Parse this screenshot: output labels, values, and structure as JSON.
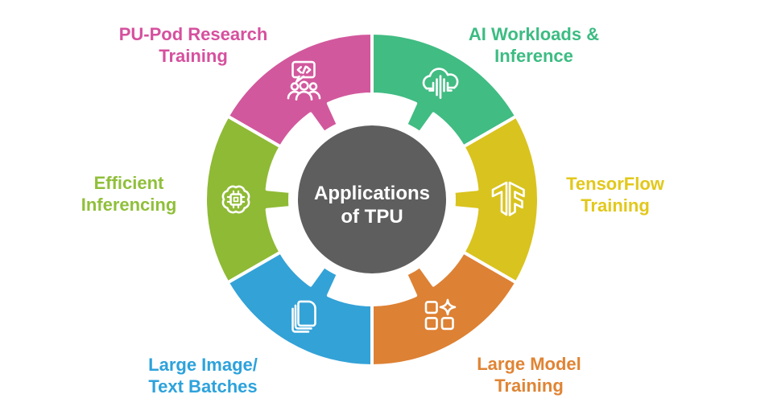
{
  "diagram": {
    "title": "Applications of TPU",
    "background_color": "#ffffff",
    "center": {
      "line1": "Applications",
      "line2": "of TPU",
      "bg_color": "#5e5e5e",
      "text_color": "#ffffff"
    },
    "segments": [
      {
        "id": "pu-pod-research-training",
        "label_line1": "PU-Pod Research",
        "label_line2": "Training",
        "color": "#d2589d",
        "text_color": "#d6509e",
        "icon": "research-team-icon"
      },
      {
        "id": "ai-workloads-inference",
        "label_line1": "AI Workloads &",
        "label_line2": "Inference",
        "color": "#41bc83",
        "text_color": "#3cbc82",
        "icon": "cloud-circuit-icon"
      },
      {
        "id": "efficient-inferencing",
        "label_line1": "Efficient",
        "label_line2": "Inferencing",
        "color": "#8fba35",
        "text_color": "#90bf3a",
        "icon": "brain-chip-icon"
      },
      {
        "id": "tensorflow-training",
        "label_line1": "TensorFlow",
        "label_line2": "Training",
        "color": "#d9c31e",
        "text_color": "#e2c81b",
        "icon": "tensorflow-icon"
      },
      {
        "id": "large-image-text-batches",
        "label_line1": "Large Image/",
        "label_line2": "Text Batches",
        "color": "#33a2d7",
        "text_color": "#2da2dc",
        "icon": "stacked-docs-icon"
      },
      {
        "id": "large-model-training",
        "label_line1": "Large Model",
        "label_line2": "Training",
        "color": "#dd8134",
        "text_color": "#e08434",
        "icon": "modules-sparkle-icon"
      }
    ]
  }
}
